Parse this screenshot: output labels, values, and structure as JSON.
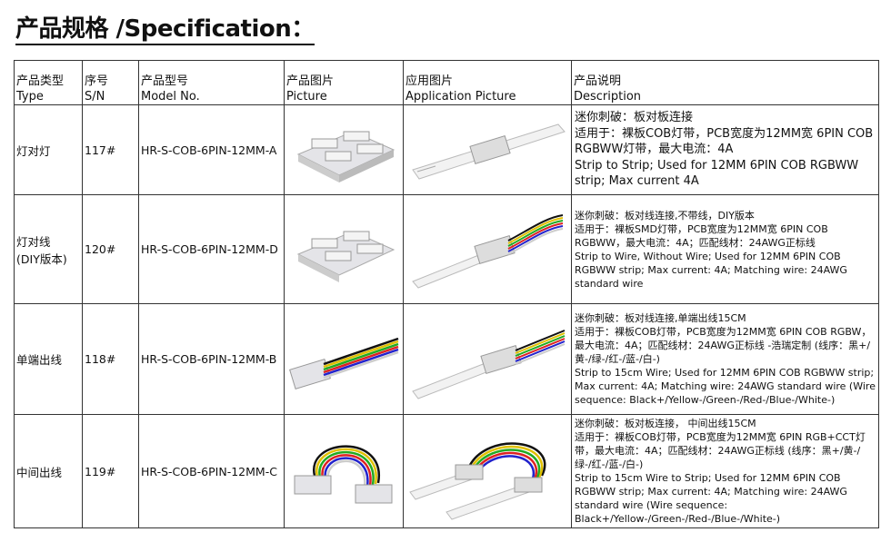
{
  "title": "产品规格 /Specification：",
  "headers": [
    {
      "cn": "产品类型",
      "en": "Type"
    },
    {
      "cn": "序号",
      "en": "S/N"
    },
    {
      "cn": "产品型号",
      "en": "Model No."
    },
    {
      "cn": "产品图片",
      "en": "Picture"
    },
    {
      "cn": "应用图片",
      "en": "Application Picture"
    },
    {
      "cn": "产品说明",
      "en": "Description"
    }
  ],
  "rows": [
    {
      "type": "灯对灯",
      "sn": "117#",
      "model": "HR-S-COB-6PIN-12MM-A",
      "desc": [
        "迷你刺破：板对板连接",
        "适用于：裸板COB灯带，PCB宽度为12MM宽 6PIN COB RGBWW灯带，最大电流：4A",
        "Strip to Strip; Used for 12MM 6PIN COB RGBWW strip; Max current 4A"
      ]
    },
    {
      "type": "灯对线\n(DIY版本)",
      "type_l1": "灯对线",
      "type_l2": "(DIY版本)",
      "sn": "120#",
      "model": "HR-S-COB-6PIN-12MM-D",
      "desc": [
        "迷你刺破：板对线连接,不带线，DIY版本",
        "适用于：裸板SMD灯带，PCB宽度为12MM宽 6PIN COB RGBWW，最大电流：4A；匹配线材：24AWG正标线",
        "Strip to Wire, Without Wire; Used for 12MM 6PIN COB RGBWW strip; Max current: 4A; Matching wire: 24AWG standard wire"
      ]
    },
    {
      "type": "单端出线",
      "sn": "118#",
      "model": "HR-S-COB-6PIN-12MM-B",
      "desc": [
        "迷你刺破：板对线连接,单端出线15CM",
        "适用于：裸板COB灯带，PCB宽度为12MM宽 6PIN COB RGBW，最大电流：4A；匹配线材：24AWG正标线 -浩瑞定制 (线序：黑+/黄-/绿-/红-/蓝-/白-)",
        "Strip to 15cm Wire; Used for 12MM 6PIN COB RGBWW strip; Max current: 4A; Matching wire: 24AWG standard wire (Wire sequence: Black+/Yellow-/Green-/Red-/Blue-/White-)"
      ]
    },
    {
      "type": "中间出线",
      "sn": "119#",
      "model": "HR-S-COB-6PIN-12MM-C",
      "desc": [
        "迷你刺破：板对板连接， 中间出线15CM",
        "适用于：裸板COB灯带，PCB宽度为12MM宽 6PIN RGB+CCT灯带，最大电流：4A；匹配线材：24AWG正标线 (线序：黑+/黄-/绿-/红-/蓝-/白-)",
        "Strip to 15cm Wire to Strip; Used for 12MM 6PIN COB RGBWW strip; Max current: 4A; Matching wire: 24AWG standard wire (Wire sequence: Black+/Yellow-/Green-/Red-/Blue-/White-)"
      ]
    }
  ]
}
